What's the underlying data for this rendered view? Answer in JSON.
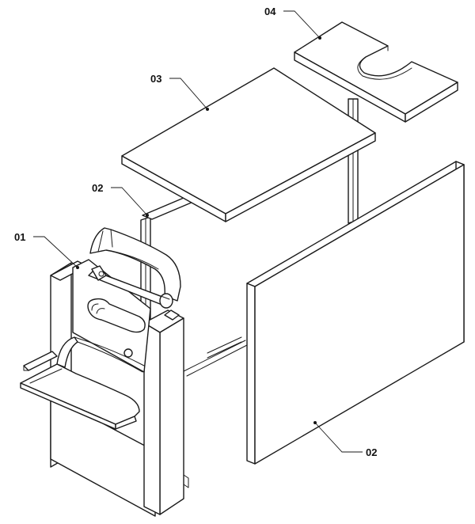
{
  "labels": {
    "part_01": "01",
    "part_02_top": "02",
    "part_02_bottom": "02",
    "part_03": "03",
    "part_04": "04"
  }
}
